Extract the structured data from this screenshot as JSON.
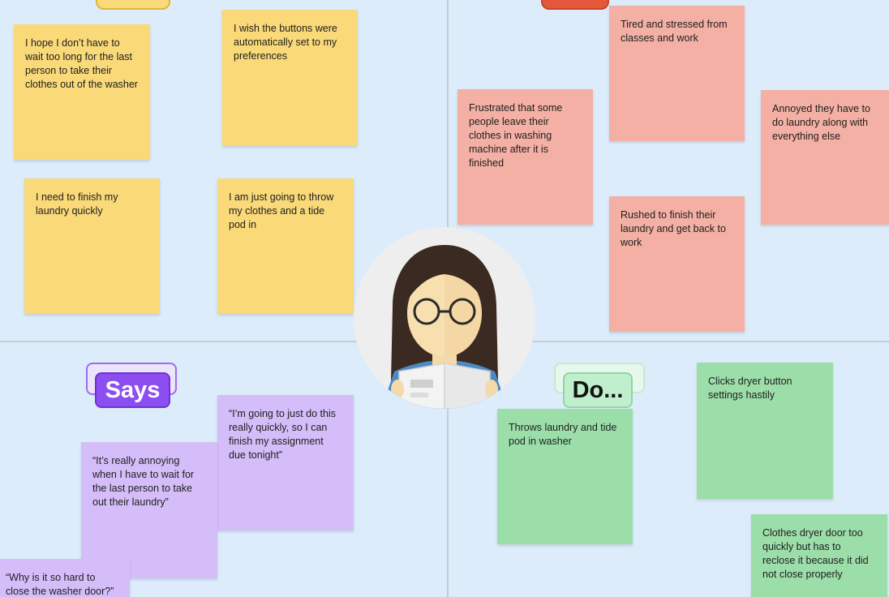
{
  "quadrants": {
    "thinks": {
      "notes": [
        "I hope I don’t have to wait too long for the last person to take their clothes out of the washer",
        "I wish the buttons were automatically set to my preferences",
        "I need to finish my laundry quickly",
        "I am just going to throw my clothes and a tide pod in"
      ]
    },
    "feels": {
      "notes": [
        "Tired and stressed from classes and work",
        "Frustrated that some people leave their clothes in washing machine after it is finished",
        "Annoyed they have to do laundry along with everything else",
        "Rushed to finish their laundry and get back to work"
      ]
    },
    "says": {
      "label": "Says",
      "notes": [
        "“I’m going to just do this really quickly, so I can finish my assignment due tonight”",
        "“It’s really annoying when I have to wait for the last person to take out their laundry”",
        "“Why is it so hard to close the washer door?”"
      ]
    },
    "does": {
      "label": "Do...",
      "notes": [
        "Clicks dryer button settings hastily",
        "Throws laundry and tide pod in washer",
        "Clothes dryer door too quickly but has to reclose it because it did not close properly"
      ]
    }
  },
  "avatar": {
    "icon": "student-reading-avatar-icon"
  },
  "colors": {
    "canvas": "#dcecfb",
    "yellow_note": "#f9d978",
    "red_note": "#f4b0a4",
    "purple_note": "#d4bdf8",
    "green_note": "#9cdea9",
    "says_label": "#8c4ef0",
    "does_label": "#c0efcd"
  }
}
